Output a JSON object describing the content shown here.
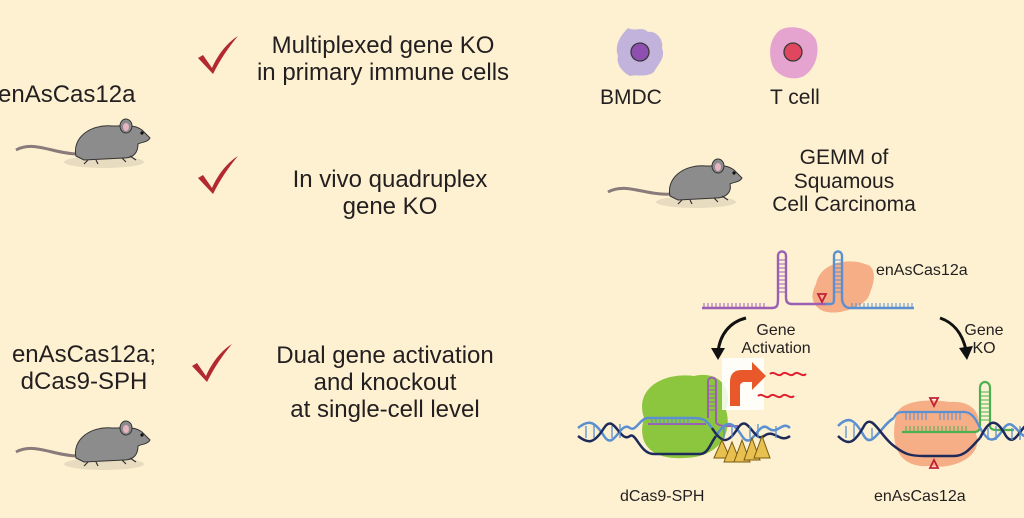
{
  "left_labels": {
    "strain_1": "enAsCas12a",
    "strain_2_line1": "enAsCas12a;",
    "strain_2_line2": "dCas9-SPH"
  },
  "applications": [
    {
      "lines": [
        "Multiplexed gene KO",
        "in primary immune cells"
      ]
    },
    {
      "lines": [
        "In vivo quadruplex",
        "gene KO"
      ]
    },
    {
      "lines": [
        "Dual gene activation",
        "and knockout",
        "at single-cell level"
      ]
    }
  ],
  "cells": [
    {
      "label": "BMDC",
      "color": "#c2b3dc",
      "nucleus": "#8e4fb0"
    },
    {
      "label": "T cell",
      "color": "#e5a3cf",
      "nucleus": "#e0465e"
    }
  ],
  "gemm": {
    "lines": [
      "GEMM of",
      "Squamous",
      "Cell Carcinoma"
    ]
  },
  "mechanism": {
    "top_label": "enAsCas12a",
    "arrow_left_lines": [
      "Gene",
      "Activation"
    ],
    "arrow_right_lines": [
      "Gene",
      "KO"
    ],
    "bottom_left_label": "dCas9-SPH",
    "bottom_right_label": "enAsCas12a"
  },
  "colors": {
    "background": "#fdf1d1",
    "check": "#b22a30",
    "mouse": "#8c8c8c",
    "cas12a": "#f5ae86",
    "dcas9": "#8cc63f",
    "crRNA_purple": "#9b5fb4",
    "crRNA_blue": "#5b8fd0",
    "sgRNA_green": "#4caf50"
  }
}
